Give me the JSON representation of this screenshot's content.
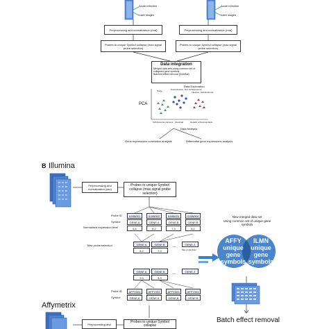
{
  "panel_a": {
    "small_labels": [
      "Acute infection",
      "Later stages"
    ],
    "preproc_left": "Preprocessing and normalization (rma)",
    "preproc_right": "Preprocessing and normalization (rma)",
    "collapse_left": "Probes to unique Symbol collapse (max signal probe selection)",
    "collapse_right": "Probes to unique Symbol collapse (max signal probe selection)",
    "integration_title": "Data integration",
    "integration_bullets": [
      "Merged data sets using common set of collapsed gene symbols",
      "Batched effect removal (ComBat)"
    ],
    "data_exploration": "Data Exploration",
    "pca_label": "PCA",
    "pca_groups": [
      "Naive",
      "Post-infection, Non-Schistostomic",
      "Infection, Schistostomic"
    ],
    "pca_axis_words": [
      "Schistosoma mansoni",
      "Intestinal",
      "Hepatic schistosomiasis"
    ],
    "data_analysis": "Data Analysis",
    "analysis_left": "Gene expressions correlation analysis",
    "analysis_right": "Differential gene expressions analysis"
  },
  "panel_b": {
    "letter": "B",
    "illumina": "Illumina",
    "affymetrix": "Affymetrix",
    "preproc_illumina": "Preprocessing and normalization (vsn)",
    "collapse_illumina": "Probes to unique Symbol collapse (max signal probe selection)",
    "preproc_affy": "Preprocessing and",
    "collapse_affy": "Probes to unique Symbol collapse",
    "probe_id_label": "Probe ID",
    "symbol_label": "Symbol",
    "norm_label": "Normalised expression level",
    "ilmn_ids": [
      "ILMN001",
      "ILMN002",
      "ILMN003",
      "ILMN004"
    ],
    "ilmn_symbols": [
      "GENE A",
      "GENE A",
      "GENE B",
      "GENE B"
    ],
    "ilmn_values": [
      "5.6",
      "8.2",
      "7.3",
      "6.1"
    ],
    "max_probe_label": "Max probe selection",
    "collapsed_genes": [
      "GENE A",
      "GENE B",
      "GENE Z"
    ],
    "collapsed_values_1": [
      "8.2",
      "7.3"
    ],
    "collapsed_values_2": [
      "9.4",
      "8.3"
    ],
    "max_probe_note": "Max probe Expr",
    "ellipsis": "...",
    "affy_ids": [
      "AFFY001",
      "AFFY002",
      "AFFY003",
      "AFFY004"
    ],
    "affy_symbols": [
      "GENE A",
      "GENE A",
      "GENE B",
      "GENE B"
    ],
    "merged_caption": "New merged data set\nUsing common set of unique gene symbols",
    "venn_left": "AFFY\nunique\ngene\nsymbols",
    "venn_right": "ILMN\nunique\ngene\nsymbols",
    "batch_effect": "Batch effect removal"
  },
  "colors": {
    "chip_blue": "#5b8fd6",
    "chip_dark": "#2c5aa0",
    "venn": "#3d7bc4",
    "arrow_blue": "#3b7fd0",
    "pca_green": "#2ea043",
    "pca_blue": "#2d4fc7",
    "pca_red": "#d42a2a"
  }
}
